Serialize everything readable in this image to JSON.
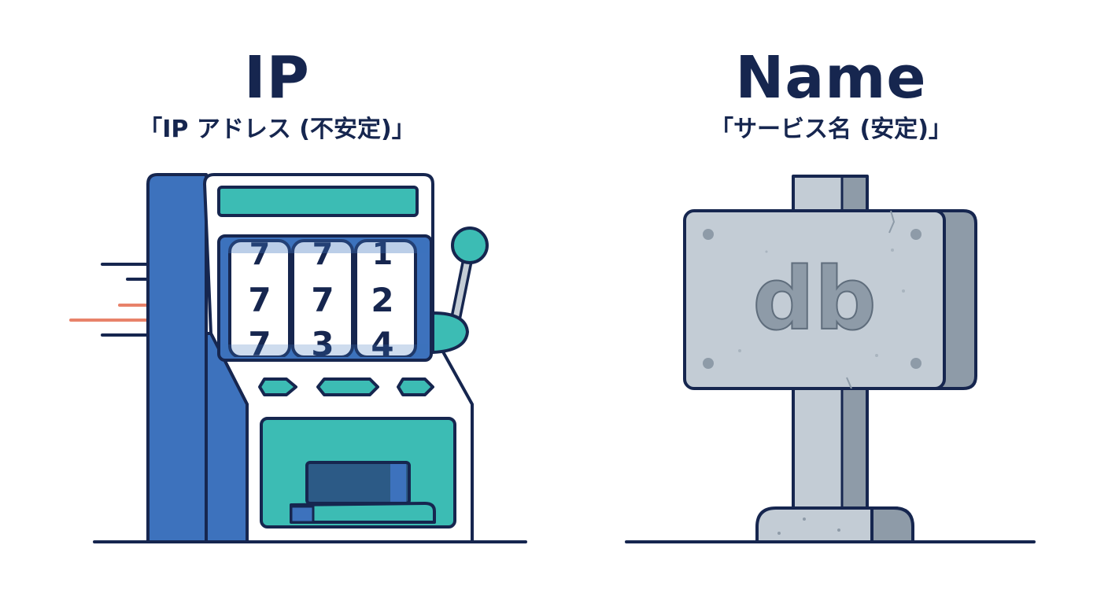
{
  "colors": {
    "ink": "#16264f",
    "blue": "#3d72bd",
    "teal": "#3cbcb4",
    "coral": "#e8826a",
    "stone": "#c3ccd5",
    "stone_dark": "#8e9ba8",
    "stone_mid": "#a9b4bf"
  },
  "left": {
    "title": "IP",
    "subtitle": "「IP アドレス (不安定)」",
    "illustration": "slot-machine",
    "reels": [
      {
        "top": "7",
        "middle": "7",
        "bottom": "7"
      },
      {
        "top": "7",
        "middle": "7",
        "bottom": "3"
      },
      {
        "top": "1",
        "middle": "2",
        "bottom": "4"
      }
    ]
  },
  "right": {
    "title": "Name",
    "subtitle": "「サービス名 (安定)」",
    "illustration": "stone-signpost",
    "sign_text": "db"
  }
}
